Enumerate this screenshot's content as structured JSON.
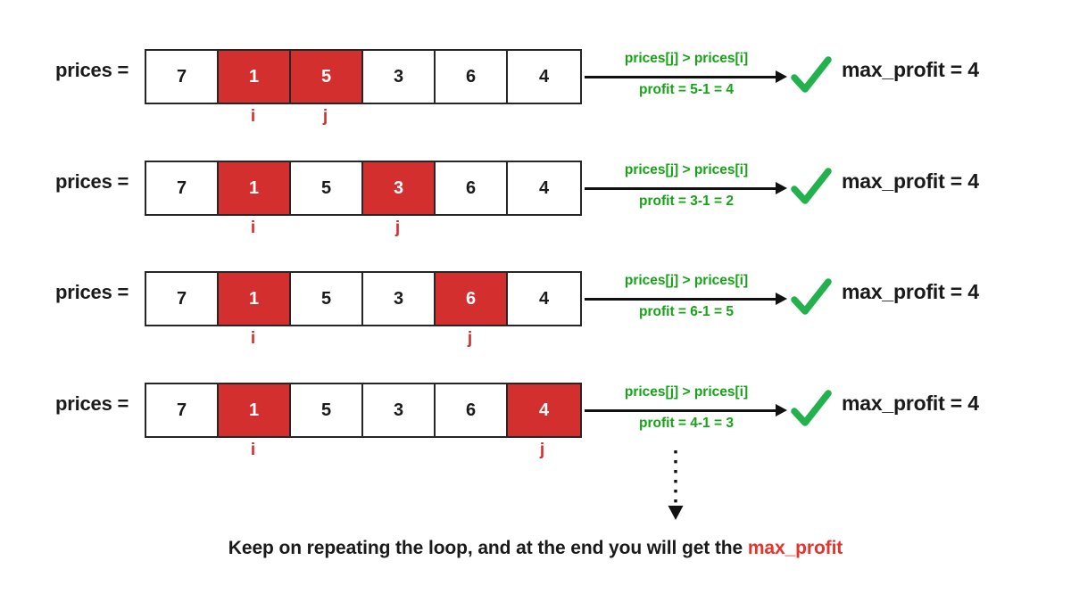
{
  "title": "Best Time to Buy and Sell Stock - brute force loop walkthrough",
  "colors": {
    "highlight_red": "#d32f2f",
    "condition_green": "#17a317",
    "check_green": "#22b14c",
    "accent_red": "#e8322c",
    "border": "#262626",
    "text": "#1a1a1a",
    "background": "#ffffff"
  },
  "array_label": "prices =",
  "rows": [
    {
      "label": "prices =",
      "cells": [
        {
          "value": "7",
          "highlighted": false,
          "pointer": ""
        },
        {
          "value": "1",
          "highlighted": true,
          "pointer": "i"
        },
        {
          "value": "5",
          "highlighted": true,
          "pointer": "j"
        },
        {
          "value": "3",
          "highlighted": false,
          "pointer": ""
        },
        {
          "value": "6",
          "highlighted": false,
          "pointer": ""
        },
        {
          "value": "4",
          "highlighted": false,
          "pointer": ""
        }
      ],
      "condition": "prices[j] > prices[i]",
      "profit": "profit = 5-1 = 4",
      "check_icon": "check-mark-icon",
      "result": "max_profit = 4"
    },
    {
      "label": "prices =",
      "cells": [
        {
          "value": "7",
          "highlighted": false,
          "pointer": ""
        },
        {
          "value": "1",
          "highlighted": true,
          "pointer": "i"
        },
        {
          "value": "5",
          "highlighted": false,
          "pointer": ""
        },
        {
          "value": "3",
          "highlighted": true,
          "pointer": "j"
        },
        {
          "value": "6",
          "highlighted": false,
          "pointer": ""
        },
        {
          "value": "4",
          "highlighted": false,
          "pointer": ""
        }
      ],
      "condition": "prices[j] > prices[i]",
      "profit": "profit = 3-1 = 2",
      "check_icon": "check-mark-icon",
      "result": "max_profit = 4"
    },
    {
      "label": "prices =",
      "cells": [
        {
          "value": "7",
          "highlighted": false,
          "pointer": ""
        },
        {
          "value": "1",
          "highlighted": true,
          "pointer": "i"
        },
        {
          "value": "5",
          "highlighted": false,
          "pointer": ""
        },
        {
          "value": "3",
          "highlighted": false,
          "pointer": ""
        },
        {
          "value": "6",
          "highlighted": true,
          "pointer": "j"
        },
        {
          "value": "4",
          "highlighted": false,
          "pointer": ""
        }
      ],
      "condition": "prices[j] > prices[i]",
      "profit": "profit = 6-1 = 5",
      "check_icon": "check-mark-icon",
      "result": "max_profit = 4"
    },
    {
      "label": "prices =",
      "cells": [
        {
          "value": "7",
          "highlighted": false,
          "pointer": ""
        },
        {
          "value": "1",
          "highlighted": true,
          "pointer": "i"
        },
        {
          "value": "5",
          "highlighted": false,
          "pointer": ""
        },
        {
          "value": "3",
          "highlighted": false,
          "pointer": ""
        },
        {
          "value": "6",
          "highlighted": false,
          "pointer": ""
        },
        {
          "value": "4",
          "highlighted": true,
          "pointer": "j"
        }
      ],
      "condition": "prices[j] > prices[i]",
      "profit": "profit = 4-1 = 3",
      "check_icon": "check-mark-icon",
      "result": "max_profit = 4"
    }
  ],
  "flow": {
    "dotted_arrow_icon": "dotted-down-arrow-icon"
  },
  "footer": {
    "text_before": "Keep on repeating the loop, and at the end you will get the ",
    "accent": "max_profit"
  }
}
